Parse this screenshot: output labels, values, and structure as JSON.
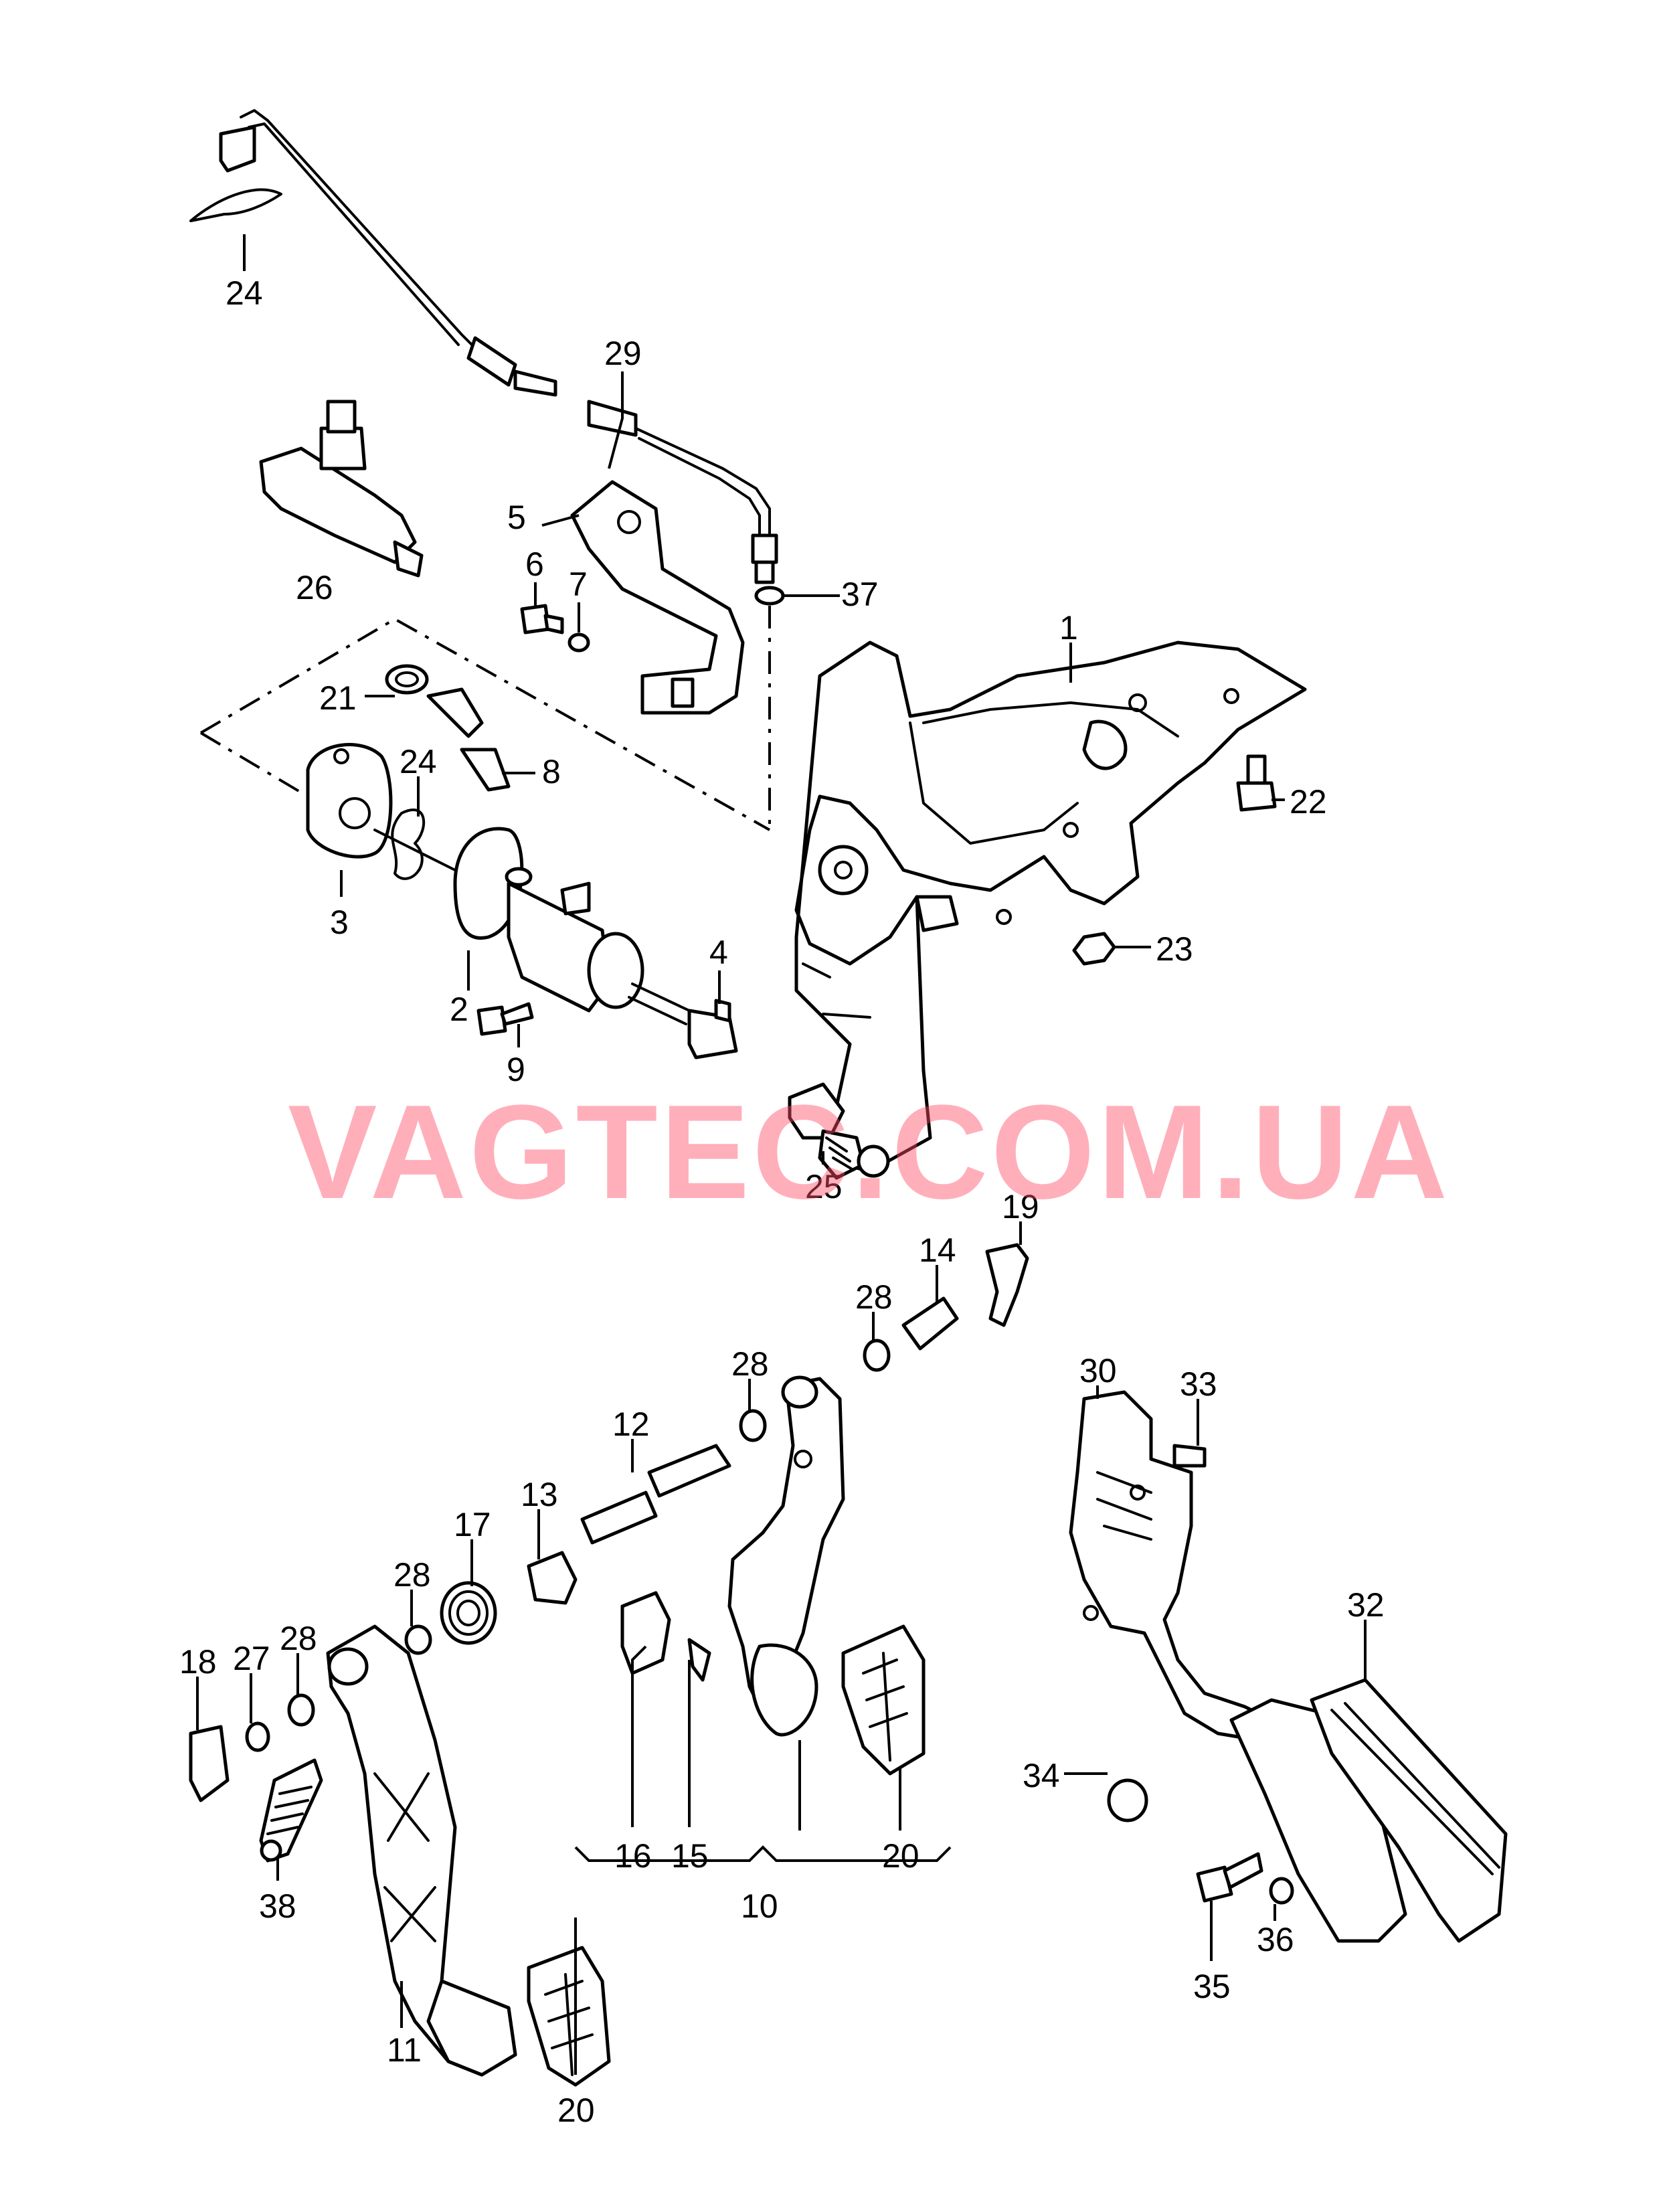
{
  "diagram": {
    "watermark": "VAGTEC.COM.UA",
    "callouts": {
      "c1": "1",
      "c2": "2",
      "c3": "3",
      "c4": "4",
      "c5": "5",
      "c6": "6",
      "c7": "7",
      "c8": "8",
      "c9": "9",
      "c10": "10",
      "c11": "11",
      "c12": "12",
      "c13": "13",
      "c14": "14",
      "c15": "15",
      "c16": "16",
      "c17": "17",
      "c18": "18",
      "c19": "19",
      "c20a": "20",
      "c20b": "20",
      "c21": "21",
      "c22": "22",
      "c23": "23",
      "c24a": "24",
      "c24b": "24",
      "c25": "25",
      "c26": "26",
      "c27": "27",
      "c28a": "28",
      "c28b": "28",
      "c28c": "28",
      "c28d": "28",
      "c29": "29",
      "c30": "30",
      "c32": "32",
      "c33": "33",
      "c34": "34",
      "c35": "35",
      "c36": "36",
      "c37": "37",
      "c38": "38"
    }
  }
}
